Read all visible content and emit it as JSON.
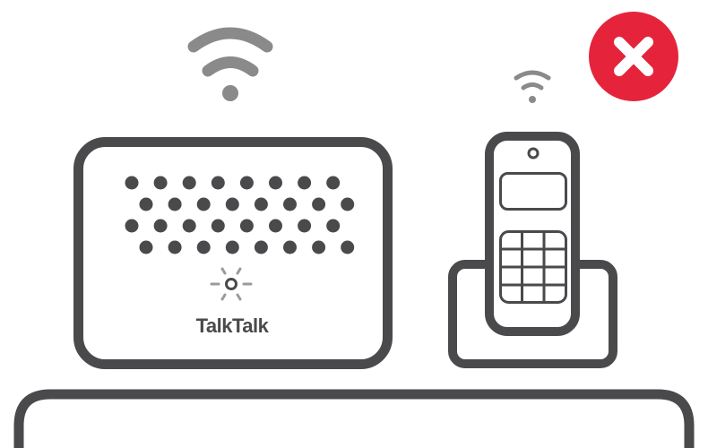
{
  "illustration": {
    "description": "Router and cordless phone on a table - incorrect placement",
    "router": {
      "brand_label": "TalkTalk",
      "led_state": "on",
      "vent_rows": 4,
      "vent_cols": 8
    },
    "phone": {
      "type": "cordless-handset-in-base",
      "keypad_rows": 4,
      "keypad_cols": 3
    },
    "status": {
      "icon": "close-icon",
      "meaning": "incorrect"
    }
  },
  "colors": {
    "outline": "#4a4a4c",
    "wifi": "#8a8a8a",
    "led_rays": "#9b9b9b",
    "error_badge": "#e5243b",
    "error_mark": "#ffffff",
    "background": "#ffffff"
  }
}
